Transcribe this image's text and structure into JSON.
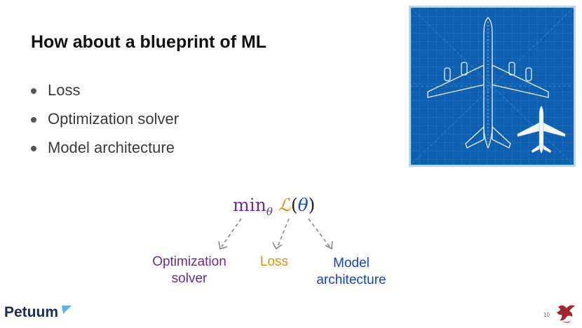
{
  "slide": {
    "title": "How about a blueprint of ML",
    "bullets": [
      "Loss",
      "Optimization solver",
      "Model architecture"
    ],
    "formula": {
      "min": "min",
      "min_sub": "θ",
      "loss_symbol": "ℒ",
      "open_paren": "(",
      "theta": "θ",
      "close_paren": ")"
    },
    "labels": {
      "optimization_line1": "Optimization",
      "optimization_line2": "solver",
      "loss": "Loss",
      "model_line1": "Model",
      "model_line2": "architecture"
    },
    "page_number": "10"
  },
  "footer": {
    "logo_text": "Petuum"
  },
  "colors": {
    "optimization": "#6a2a9a",
    "loss": "#e8900a",
    "model": "#1440d8",
    "blueprint_bg": "#0e5fb0"
  }
}
